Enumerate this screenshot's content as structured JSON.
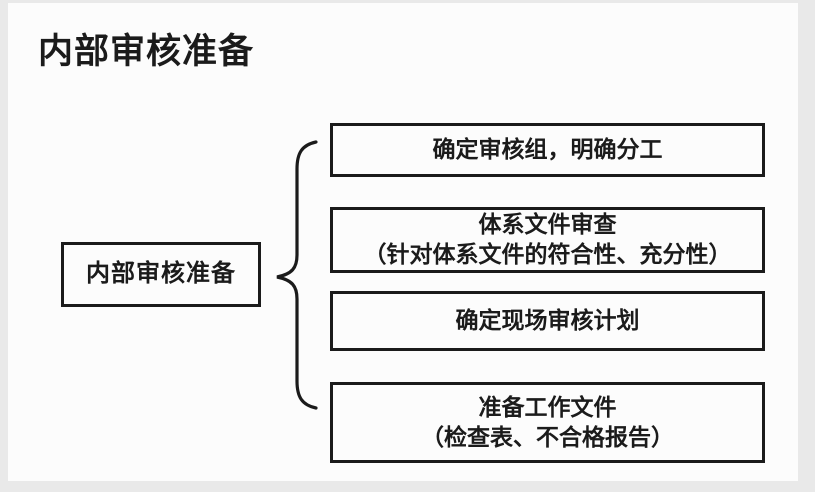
{
  "page": {
    "heading": "内部审核准备"
  },
  "diagram": {
    "type": "brace-flowchart",
    "root_label": "内部审核准备",
    "branches": [
      {
        "line1": "确定审核组，明确分工",
        "line2": ""
      },
      {
        "line1": "体系文件审查",
        "line2": "（针对体系文件的符合性、充分性）"
      },
      {
        "line1": "确定现场审核计划",
        "line2": ""
      },
      {
        "line1": "准备工作文件",
        "line2": "（检查表、不合格报告）"
      }
    ],
    "colors": {
      "ink": "#1b1b1b",
      "paper": "#fcfcfc",
      "frame_edge": "#e9e9e9"
    }
  }
}
